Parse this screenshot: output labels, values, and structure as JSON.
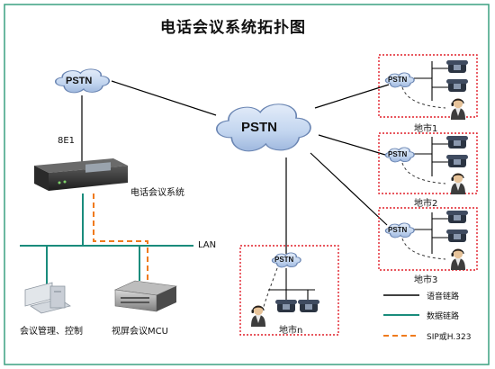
{
  "title": "电话会议系统拓扑图",
  "clouds": {
    "core": "PSTN",
    "left": "PSTN",
    "city1": "PSTN",
    "city2": "PSTN",
    "city3": "PSTN",
    "cityn": "PSTN"
  },
  "labels": {
    "e1": "8E1",
    "conf_system": "电话会议系统",
    "lan": "LAN",
    "mgmt": "会议管理、控制",
    "mcu": "视屏会议MCU",
    "city1": "地市1",
    "city2": "地市2",
    "city3": "地市3",
    "cityn": "地市n"
  },
  "legend": {
    "voice": "语音链路",
    "data": "数据链路",
    "sip": "SIP或H.323"
  },
  "colors": {
    "voice_link": "#000000",
    "data_link": "#1a8c7c",
    "sip_link": "#f07a1c",
    "city_box": "#e0202a",
    "outer_frame": "#3aa080",
    "cloud_fill": "#bcd2ee",
    "cloud_stroke": "#6b86b3"
  },
  "icons": [
    "cloud-icon",
    "server-icon",
    "workstation-icon",
    "rack-server-icon",
    "telephone-icon",
    "person-icon"
  ]
}
